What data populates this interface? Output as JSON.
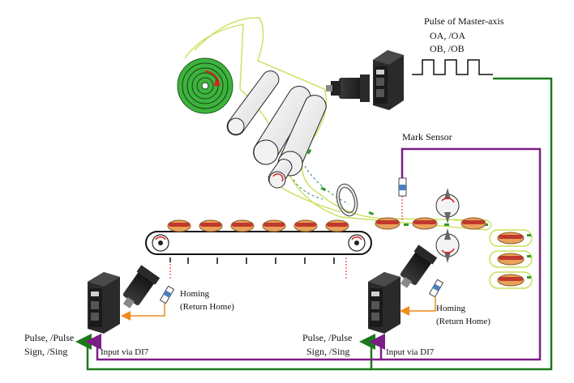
{
  "labels": {
    "pulse_title": "Pulse of Master-axis",
    "oa": "OA, /OA",
    "ob": "OB, /OB",
    "mark_sensor": "Mark Sensor",
    "homing_left_1": "Homing",
    "homing_left_2": "(Return Home)",
    "homing_right_1": "Homing",
    "homing_right_2": "(Return Home)",
    "pulse_left_1": "Pulse, /Pulse",
    "pulse_left_2": "Sign, /Sing",
    "pulse_right_1": "Pulse, /Pulse",
    "pulse_right_2": "Sign, /Sing",
    "di_left": "Input via DI7",
    "di_right": "Input via DI7"
  },
  "colors": {
    "green_wire": "#1a7a1a",
    "purple_wire": "#7b1f86",
    "orange_arrow": "#f08a1c",
    "film": "#c9e05a",
    "roll_green": "#3cb43c",
    "arrow_red": "#e02020",
    "hotdog_bun": "#e8a25a",
    "hotdog_sausage": "#c0392b"
  }
}
